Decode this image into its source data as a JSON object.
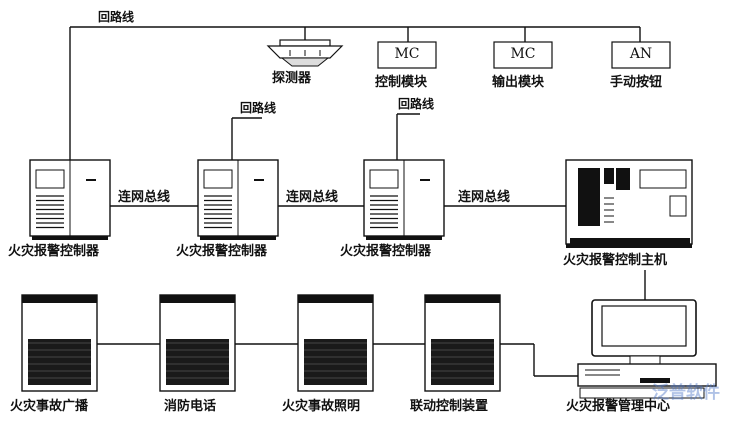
{
  "loop_line_label": "回路线",
  "network_bus_label": "连网总线",
  "devices": {
    "detector": "探测器",
    "control_module": "控制模块",
    "output_module": "输出模块",
    "manual_button": "手动按钮",
    "mc1": "MC",
    "mc2": "MC",
    "an": "AN"
  },
  "controllers": [
    "火灾报警控制器",
    "火灾报警控制器",
    "火灾报警控制器"
  ],
  "main_unit": "火灾报警控制主机",
  "bottom": [
    "火灾事故广播",
    "消防电话",
    "火灾事故照明",
    "联动控制装置"
  ],
  "management_center": "火灾报警管理中心",
  "watermark": "泛普软件"
}
